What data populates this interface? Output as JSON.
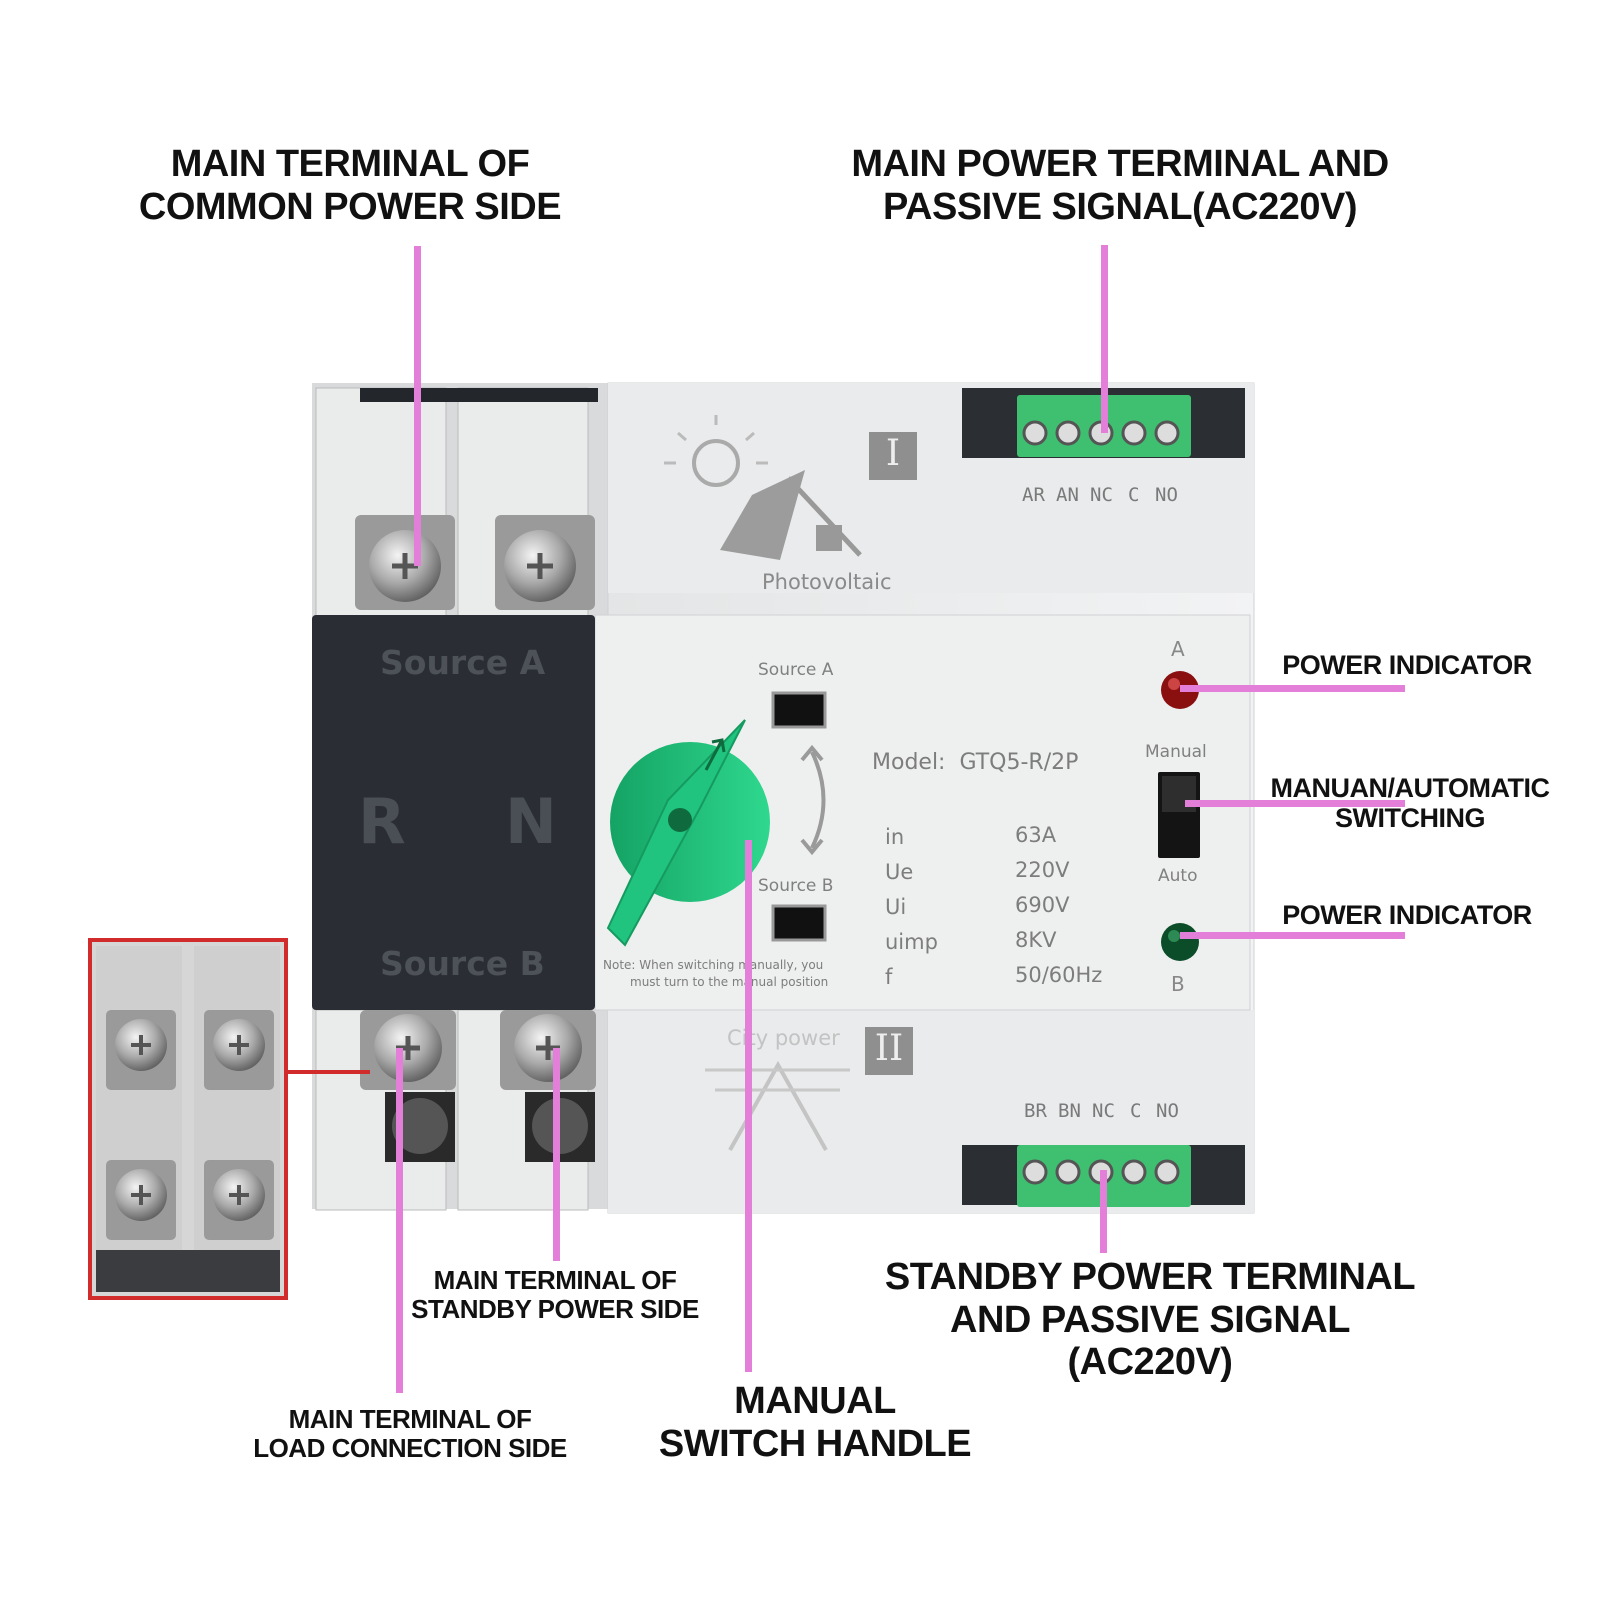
{
  "callouts": {
    "common_power": "MAIN TERMINAL OF\nCOMMON POWER SIDE",
    "main_power_terminal": "MAIN POWER TERMINAL AND\nPASSIVE SIGNAL(AC220V)",
    "power_indicator_a": "POWER INDICATOR",
    "manual_auto": "MANUAN/AUTOMATIC\nSWITCHING",
    "power_indicator_b": "POWER INDICATOR",
    "standby_power_terminal": "STANDBY POWER TERMINAL\nAND PASSIVE SIGNAL (AC220V)",
    "standby_main_terminal": "MAIN TERMINAL OF\nSTANDBY POWER SIDE",
    "manual_handle": "MANUAL\nSWITCH HANDLE",
    "load_terminal": "MAIN TERMINAL OF\nLOAD CONNECTION SIDE"
  },
  "device": {
    "roman_top": "I",
    "roman_bottom": "II",
    "photovoltaic": "Photovoltaic",
    "city_power": "City power",
    "source_a_block": "Source A",
    "source_b_block": "Source B",
    "pole_r": "R",
    "pole_n": "N",
    "source_a_window": "Source A",
    "source_b_window": "Source B",
    "model": "Model:  GTQ5-R/2P",
    "note_line1": "Note:  When switching manually, you",
    "note_line2": "must turn to the manual position",
    "indicator_a": "A",
    "indicator_b": "B",
    "manual_label": "Manual",
    "auto_label": "Auto",
    "top_terminals": [
      "AR",
      "AN",
      "NC",
      "C",
      "NO"
    ],
    "bottom_terminals": [
      "BR",
      "BN",
      "NC",
      "C",
      "NO"
    ],
    "specs": [
      {
        "label": "in",
        "value": "63A"
      },
      {
        "label": "Ue",
        "value": "220V"
      },
      {
        "label": "Ui",
        "value": "690V"
      },
      {
        "label": "uimp",
        "value": "8KV"
      },
      {
        "label": "f",
        "value": "50/60Hz"
      }
    ]
  },
  "colors": {
    "callout_line": "#e47fd9",
    "terminal_green": "#3ec070",
    "knob_green": "#1fbf7a",
    "indicator_red": "#8a1010",
    "indicator_green": "#0b4d28",
    "inset_frame": "#d22b2b",
    "black_cover": "#2a2d33"
  }
}
